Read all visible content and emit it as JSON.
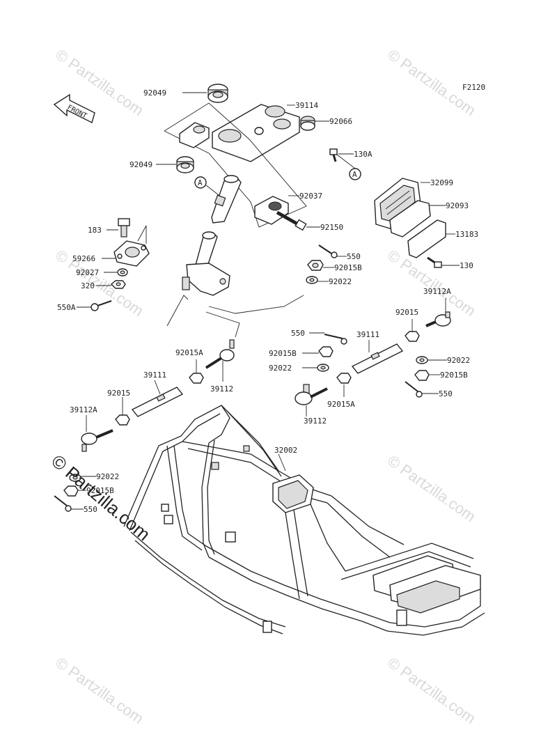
{
  "diagram_code": "F2120",
  "front_label": "FRONT",
  "ref_marker": "A",
  "watermark_text": "© Partzilla.com",
  "parts": {
    "p92049_top": "92049",
    "p39114": "39114",
    "p92066": "92066",
    "p92049_bot": "92049",
    "p92037": "92037",
    "p92150": "92150",
    "p130A": "130A",
    "p32099": "32099",
    "p92093": "92093",
    "p13183": "13183",
    "p130": "130",
    "p183": "183",
    "p59266": "59266",
    "p92027": "92027",
    "p320": "320",
    "p550A": "550A",
    "p550_a": "550",
    "p92015B_a": "92015B",
    "p92022_a": "92022",
    "p39112A_r": "39112A",
    "p92015_r": "92015",
    "p550_b": "550",
    "p39111_r": "39111",
    "p92015B_b": "92015B",
    "p92022_b": "92022",
    "p92022_c": "92022",
    "p92015B_c": "92015B",
    "p550_c": "550",
    "p92015A_r": "92015A",
    "p39112_r": "39112",
    "p92015A_l": "92015A",
    "p39111_l": "39111",
    "p39112_l": "39112",
    "p92015_l": "92015",
    "p39112A_l": "39112A",
    "p32002": "32002",
    "p92022_d": "92022",
    "p92015B_d": "92015B",
    "p550_d": "550"
  }
}
